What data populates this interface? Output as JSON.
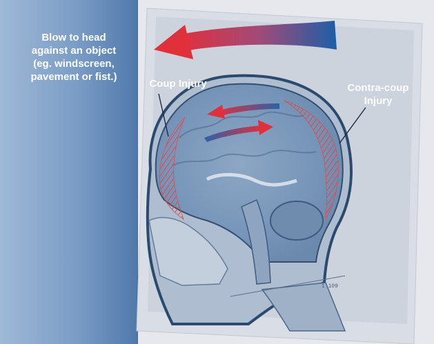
{
  "labels": {
    "blow": "Blow to head\nagainst an object\n(eg. windscreen,\npavement or fist.)",
    "coup": "Coup Injury",
    "contra_coup": "Contra-coup\nInjury"
  },
  "colors": {
    "background": "#e6e8ee",
    "surface_panel": "#5f86b4",
    "arrow_red": "#e0353f",
    "arrow_blue": "#1f5fa6",
    "injury_hatch": "#e24a4a",
    "label_text": "#ffffff"
  },
  "scan_text": "1 109"
}
